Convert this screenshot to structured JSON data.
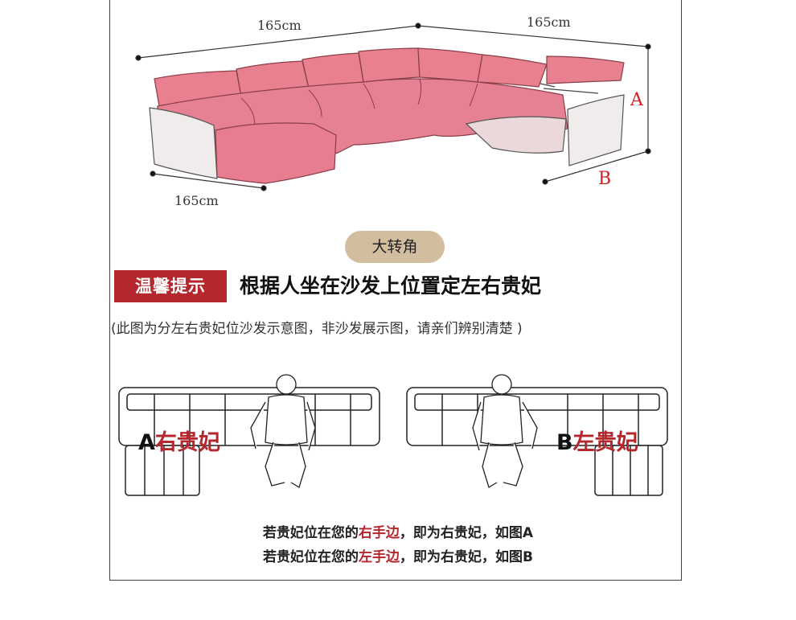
{
  "dimensions": {
    "back_left": "165cm",
    "back_right": "165cm",
    "chaise": "165cm",
    "marker_a": "A",
    "marker_b": "B"
  },
  "corner_badge": "大转角",
  "tip": {
    "badge": "温馨提示",
    "title": "根据人坐在沙发上位置定左右贵妃"
  },
  "note": "(此图为分左右贵妃位沙发示意图，非沙发展示图，请亲们辨别清楚 )",
  "diagram_a": {
    "letter": "A",
    "label": "右贵妃"
  },
  "diagram_b": {
    "letter": "B",
    "label": "左贵妃"
  },
  "captions": [
    {
      "pre": "若贵妃位在您的",
      "hl": "右手边",
      "post": "，即为右贵妃，如图A"
    },
    {
      "pre": "若贵妃位在您的",
      "hl": "左手边",
      "post": "，即为右贵妃，如图B"
    }
  ],
  "colors": {
    "sofa_pink": "#e9808f",
    "badge_red": "#b3272d",
    "pill_tan": "#d2bd9f",
    "marker_red": "#d42020"
  }
}
